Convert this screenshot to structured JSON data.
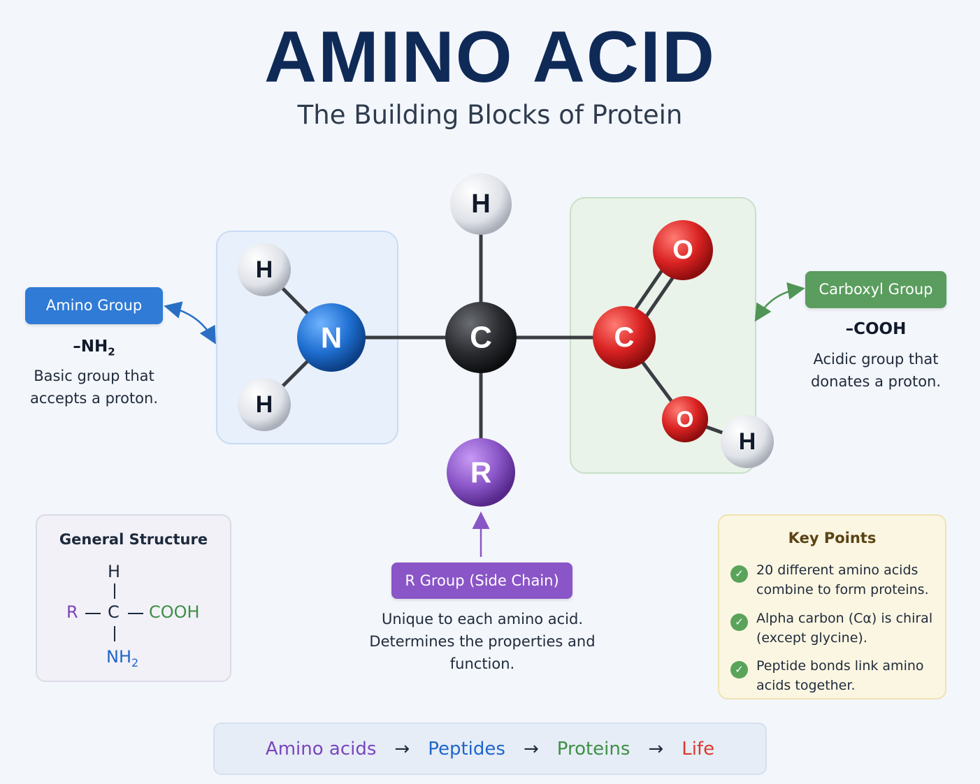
{
  "header": {
    "title": "AMINO ACID",
    "subtitle": "The Building Blocks of Protein"
  },
  "amino_group": {
    "tag": "Amino Group",
    "formula": "–NH",
    "formula_sub": "2",
    "description": "Basic group that accepts a proton."
  },
  "carboxyl_group": {
    "tag": "Carboxyl Group",
    "formula": "–COOH",
    "description": "Acidic group that donates a proton."
  },
  "r_group": {
    "tag": "R Group (Side Chain)",
    "description": "Unique to each amino acid. Determines the properties and function."
  },
  "molecule": {
    "atoms": {
      "h_top": "H",
      "alpha_c": "C",
      "n": "N",
      "h_n_upper": "H",
      "h_n_lower": "H",
      "carboxyl_c": "C",
      "o_double": "O",
      "o_single": "O",
      "h_oh": "H",
      "r": "R"
    },
    "colors": {
      "hydrogen": "#e9ebef",
      "carbon": "#2a2c30",
      "nitrogen": "#1f6fd1",
      "oxygen": "#d92222",
      "carboxyl_carbon": "#d92222",
      "r": "#8a55c7"
    }
  },
  "general_structure": {
    "title": "General Structure",
    "top": "H",
    "left": "R",
    "center": "C",
    "right": "COOH",
    "bottom": "NH",
    "bottom_sub": "2",
    "colors": {
      "r": "#7b45bd",
      "cooh": "#3f8f46",
      "nh2": "#1f66c9"
    }
  },
  "key_points": {
    "title": "Key Points",
    "items": [
      "20 different amino acids combine to form proteins.",
      "Alpha carbon (Cα) is chiral (except glycine).",
      "Peptide bonds link amino acids together."
    ]
  },
  "flow": {
    "steps": [
      {
        "label": "Amino acids",
        "color": "#7b45bd"
      },
      {
        "label": "Peptides",
        "color": "#1f66c9"
      },
      {
        "label": "Proteins",
        "color": "#3f8f46"
      },
      {
        "label": "Life",
        "color": "#d93b2b"
      }
    ],
    "arrow": "→"
  }
}
